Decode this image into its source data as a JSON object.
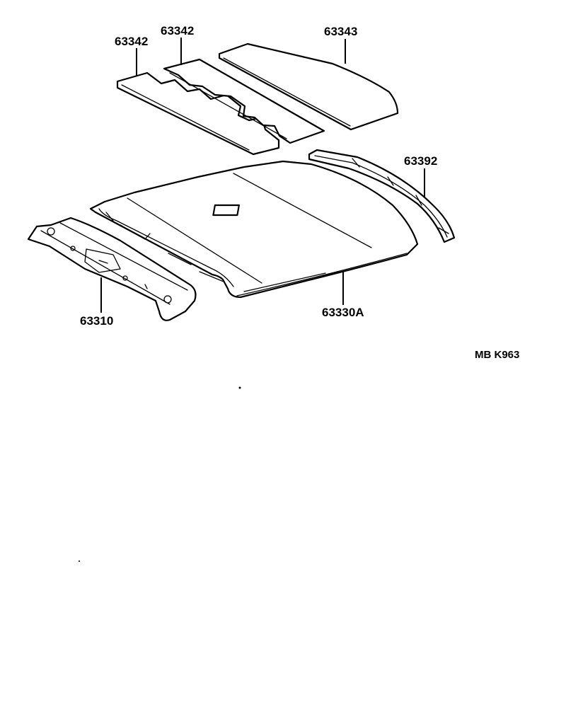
{
  "diagram": {
    "part_labels": {
      "left_pad": "63342",
      "mid_pad": "63342",
      "rear_pad": "63343",
      "rear_rail": "63392",
      "front_rail": "63310",
      "headliner": "63330A"
    },
    "drawing_code": "MB K963",
    "colors": {
      "ink": "#000000",
      "paper": "#ffffff"
    }
  }
}
